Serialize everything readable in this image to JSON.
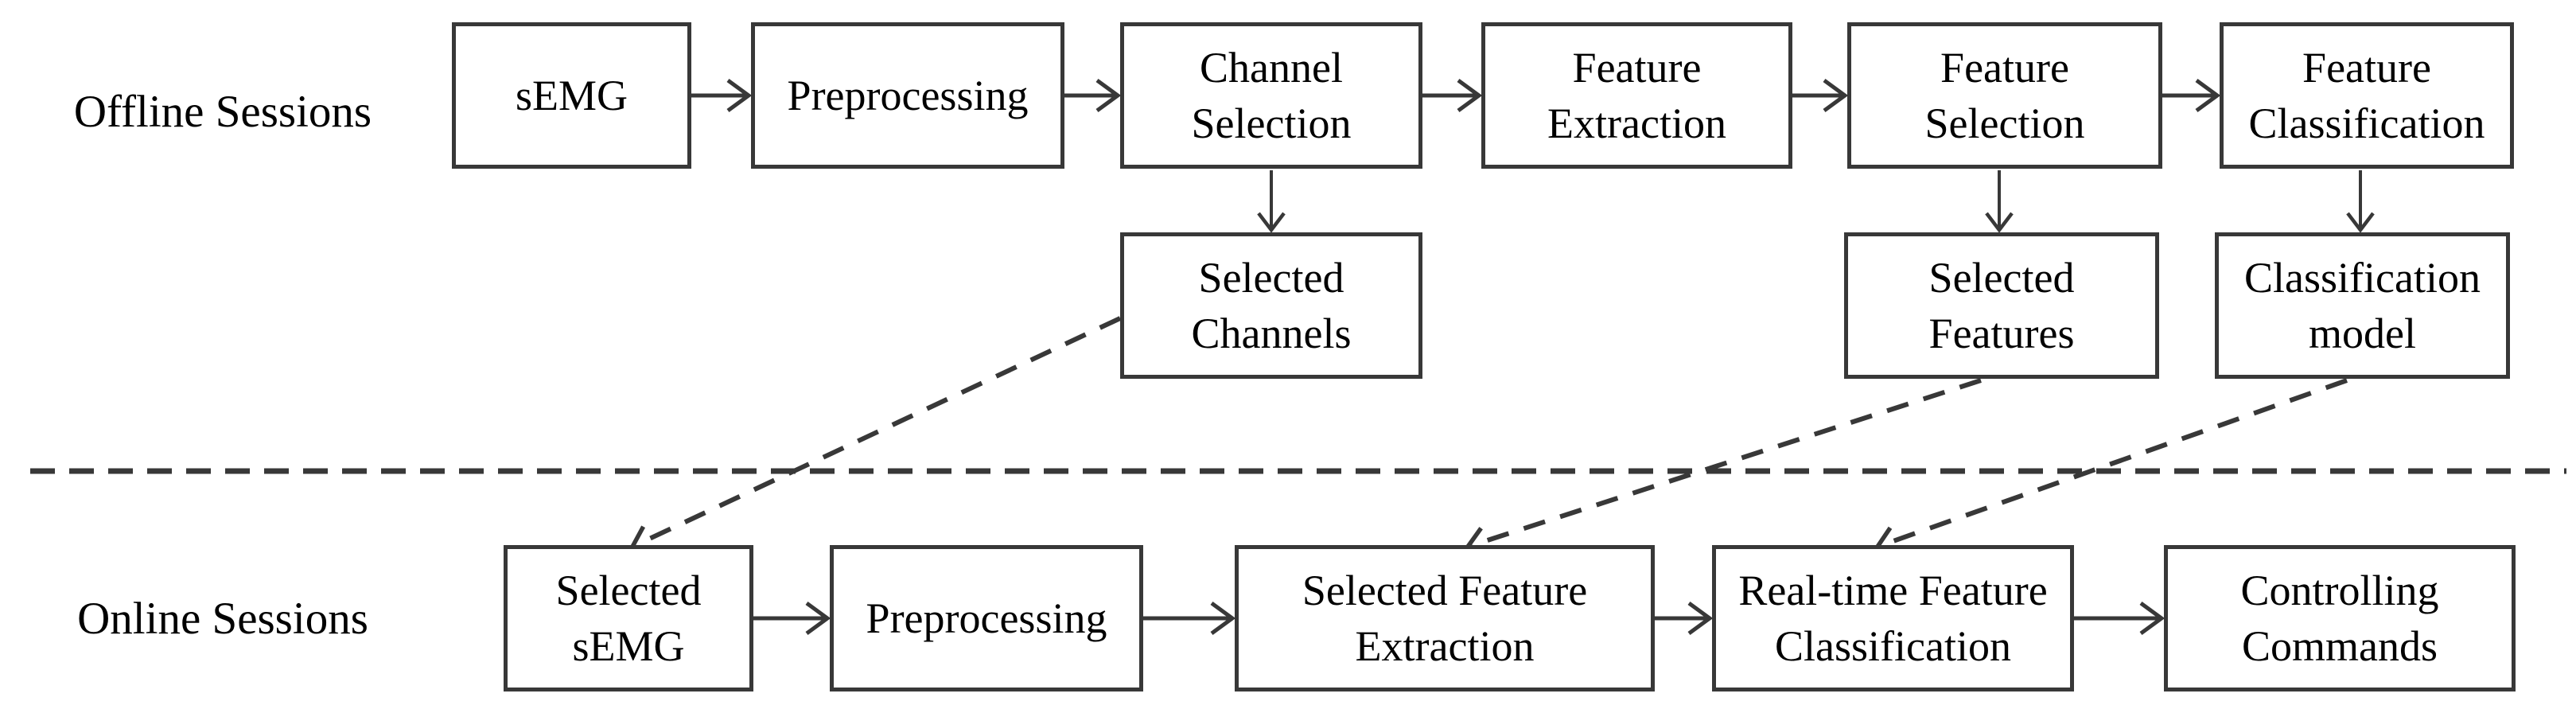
{
  "figure": {
    "offline_label": "Offline Sessions",
    "online_label": "Online Sessions",
    "offline_row": [
      {
        "id": "semg",
        "label": "sEMG"
      },
      {
        "id": "preprocessing",
        "label": "Preprocessing"
      },
      {
        "id": "channel-selection",
        "label": "Channel Selection"
      },
      {
        "id": "feature-extraction",
        "label": "Feature Extraction"
      },
      {
        "id": "feature-selection",
        "label": "Feature Selection"
      },
      {
        "id": "feature-classification",
        "label": "Feature Classification"
      }
    ],
    "artifact_row": [
      {
        "id": "selected-channels",
        "label": "Selected Channels"
      },
      {
        "id": "selected-features",
        "label": "Selected Features"
      },
      {
        "id": "classification-model",
        "label": "Classification model"
      }
    ],
    "online_row": [
      {
        "id": "selected-semg",
        "label": "Selected sEMG"
      },
      {
        "id": "preprocessing-online",
        "label": "Preprocessing"
      },
      {
        "id": "selected-feature-extraction",
        "label": "Selected Feature Extraction"
      },
      {
        "id": "realtime-feature-classification",
        "label": "Real-time Feature Classification"
      },
      {
        "id": "controlling-commands",
        "label": "Controlling Commands"
      }
    ],
    "colors": {
      "line": "#383838",
      "text": "#000000",
      "background": "#ffffff"
    }
  }
}
